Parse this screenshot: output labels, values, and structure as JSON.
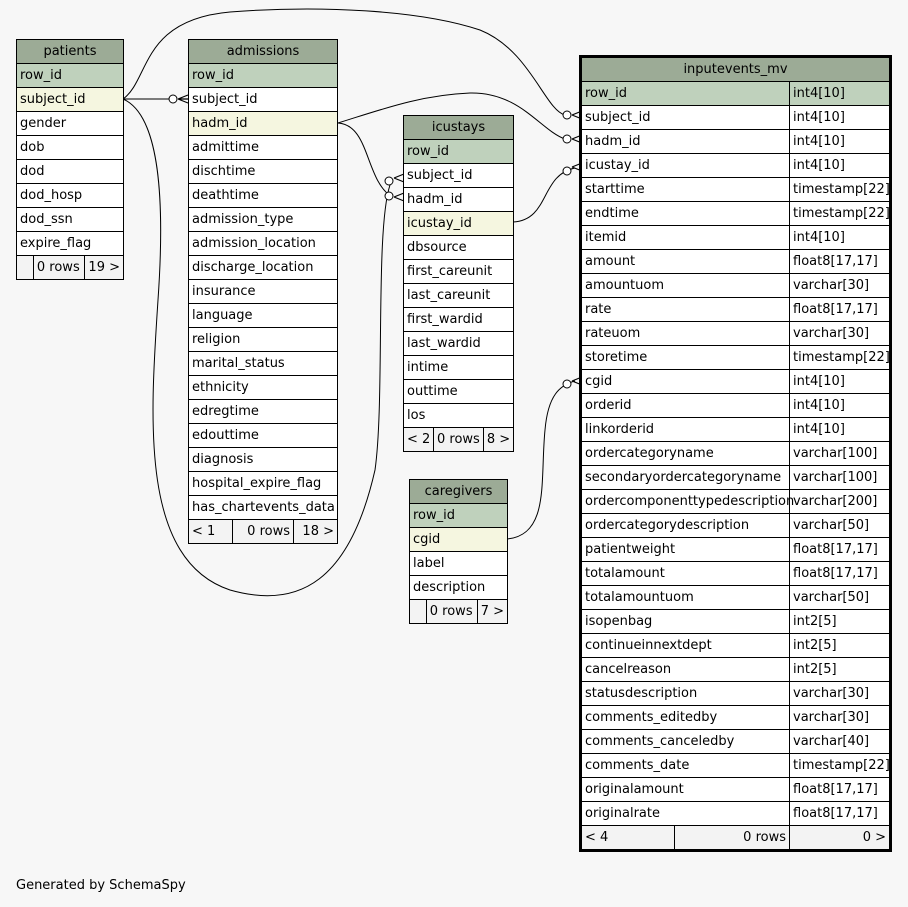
{
  "patients": {
    "title": "patients",
    "rows": [
      "row_id",
      "subject_id",
      "gender",
      "dob",
      "dod",
      "dod_hosp",
      "dod_ssn",
      "expire_flag"
    ],
    "footer": [
      "",
      "0 rows",
      "19 >"
    ]
  },
  "admissions": {
    "title": "admissions",
    "rows": [
      "row_id",
      "subject_id",
      "hadm_id",
      "admittime",
      "dischtime",
      "deathtime",
      "admission_type",
      "admission_location",
      "discharge_location",
      "insurance",
      "language",
      "religion",
      "marital_status",
      "ethnicity",
      "edregtime",
      "edouttime",
      "diagnosis",
      "hospital_expire_flag",
      "has_chartevents_data"
    ],
    "footer": [
      "< 1",
      "0 rows",
      "18 >"
    ]
  },
  "icustays": {
    "title": "icustays",
    "rows": [
      "row_id",
      "subject_id",
      "hadm_id",
      "icustay_id",
      "dbsource",
      "first_careunit",
      "last_careunit",
      "first_wardid",
      "last_wardid",
      "intime",
      "outtime",
      "los"
    ],
    "footer": [
      "< 2",
      "0 rows",
      "8 >"
    ]
  },
  "caregivers": {
    "title": "caregivers",
    "rows": [
      "row_id",
      "cgid",
      "label",
      "description"
    ],
    "footer": [
      "",
      "0 rows",
      "7 >"
    ]
  },
  "inputevents_mv": {
    "title": "inputevents_mv",
    "rows": [
      {
        "name": "row_id",
        "type": "int4[10]"
      },
      {
        "name": "subject_id",
        "type": "int4[10]"
      },
      {
        "name": "hadm_id",
        "type": "int4[10]"
      },
      {
        "name": "icustay_id",
        "type": "int4[10]"
      },
      {
        "name": "starttime",
        "type": "timestamp[22]"
      },
      {
        "name": "endtime",
        "type": "timestamp[22]"
      },
      {
        "name": "itemid",
        "type": "int4[10]"
      },
      {
        "name": "amount",
        "type": "float8[17,17]"
      },
      {
        "name": "amountuom",
        "type": "varchar[30]"
      },
      {
        "name": "rate",
        "type": "float8[17,17]"
      },
      {
        "name": "rateuom",
        "type": "varchar[30]"
      },
      {
        "name": "storetime",
        "type": "timestamp[22]"
      },
      {
        "name": "cgid",
        "type": "int4[10]"
      },
      {
        "name": "orderid",
        "type": "int4[10]"
      },
      {
        "name": "linkorderid",
        "type": "int4[10]"
      },
      {
        "name": "ordercategoryname",
        "type": "varchar[100]"
      },
      {
        "name": "secondaryordercategoryname",
        "type": "varchar[100]"
      },
      {
        "name": "ordercomponenttypedescription",
        "type": "varchar[200]"
      },
      {
        "name": "ordercategorydescription",
        "type": "varchar[50]"
      },
      {
        "name": "patientweight",
        "type": "float8[17,17]"
      },
      {
        "name": "totalamount",
        "type": "float8[17,17]"
      },
      {
        "name": "totalamountuom",
        "type": "varchar[50]"
      },
      {
        "name": "isopenbag",
        "type": "int2[5]"
      },
      {
        "name": "continueinnextdept",
        "type": "int2[5]"
      },
      {
        "name": "cancelreason",
        "type": "int2[5]"
      },
      {
        "name": "statusdescription",
        "type": "varchar[30]"
      },
      {
        "name": "comments_editedby",
        "type": "varchar[30]"
      },
      {
        "name": "comments_canceledby",
        "type": "varchar[40]"
      },
      {
        "name": "comments_date",
        "type": "timestamp[22]"
      },
      {
        "name": "originalamount",
        "type": "float8[17,17]"
      },
      {
        "name": "originalrate",
        "type": "float8[17,17]"
      }
    ],
    "footer": [
      "< 4",
      "0 rows",
      "0 >"
    ]
  },
  "footer_note": "Generated by SchemaSpy",
  "colors": {
    "header": "#9cab96",
    "primary_key": "#bfd1bc",
    "foreign_key": "#f5f6e0",
    "background": "#f7f7f7"
  }
}
